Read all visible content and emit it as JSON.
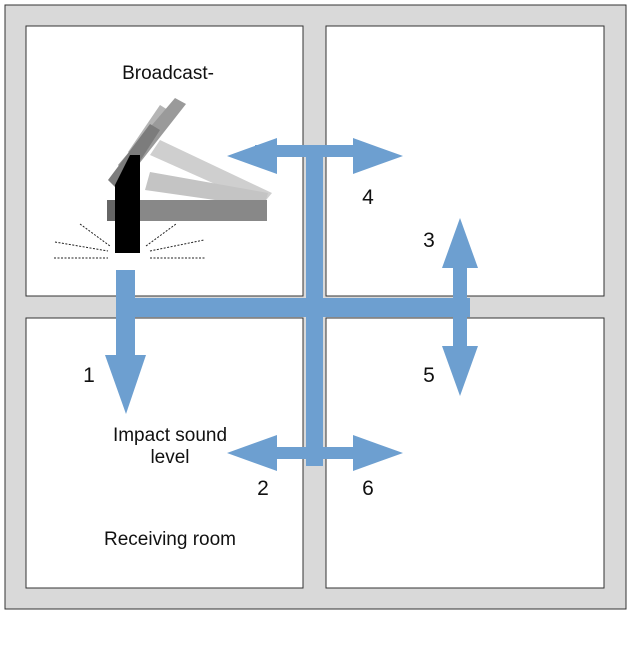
{
  "labels": {
    "source": "Broadcast-",
    "impact_line1": "Impact sound",
    "impact_line2": "level",
    "receiving": "Receiving room"
  },
  "paths": [
    {
      "id": "1",
      "label": "1"
    },
    {
      "id": "2",
      "label": "2"
    },
    {
      "id": "3",
      "label": "3"
    },
    {
      "id": "4",
      "label": "4"
    },
    {
      "id": "5",
      "label": "5"
    },
    {
      "id": "6",
      "label": "6"
    }
  ],
  "colors": {
    "frame": "#d9d9d9",
    "room": "#ffffff",
    "outline": "#333333",
    "arrow": "#6d9fd0",
    "hammer_dark": "#000000",
    "hammer_gray": "#777777",
    "hammer_light": "#bbbbbb"
  },
  "icons": {
    "source": "tapping-machine-icon"
  }
}
